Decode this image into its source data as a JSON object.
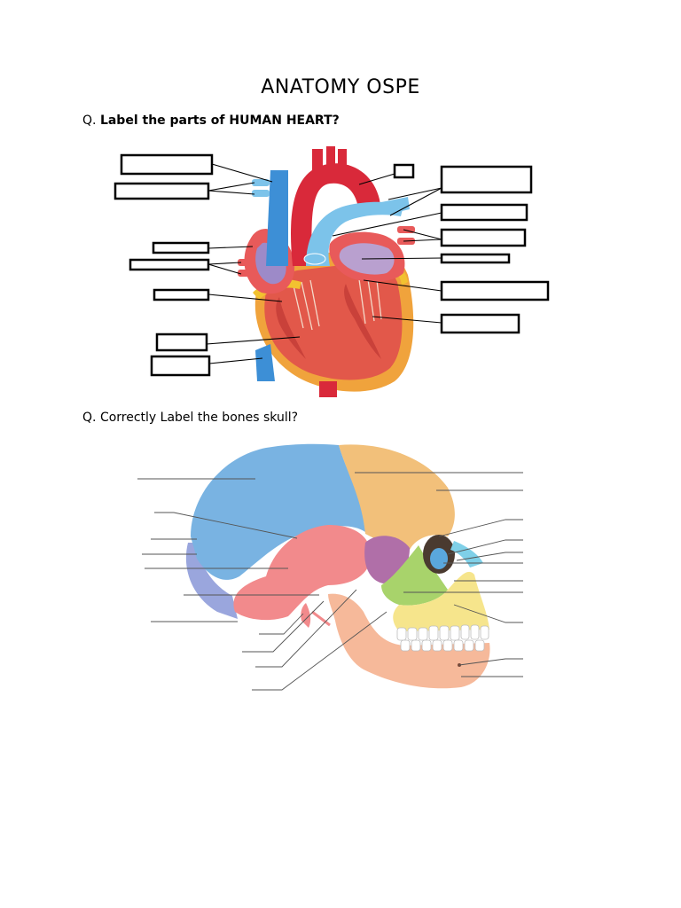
{
  "document": {
    "title": "ANATOMY OSPE",
    "questions": [
      {
        "prefix": "Q.",
        "text": "Label the parts of HUMAN HEART?",
        "bold": true
      },
      {
        "prefix": "Q.",
        "text": "Correctly Label the bones skull?",
        "bold": false
      }
    ]
  },
  "colors": {
    "aorta_red": "#d9293a",
    "vein_blue": "#3d8fd6",
    "pulmonary_blue": "#7cc3ea",
    "muscle_red": "#e2584a",
    "fat_yellow": "#f2c230",
    "outer_orange": "#f0a33c",
    "skull_parietal": "#79b3e2",
    "skull_frontal": "#f2c07a",
    "skull_temporal": "#f28a8c",
    "skull_occipital": "#9aa6dd",
    "skull_sphenoid": "#b06fa8",
    "skull_zygomatic": "#a8d36b",
    "skull_maxilla": "#f6e58c",
    "skull_mandible": "#f6b99a",
    "skull_nasal": "#7fd0e8"
  }
}
